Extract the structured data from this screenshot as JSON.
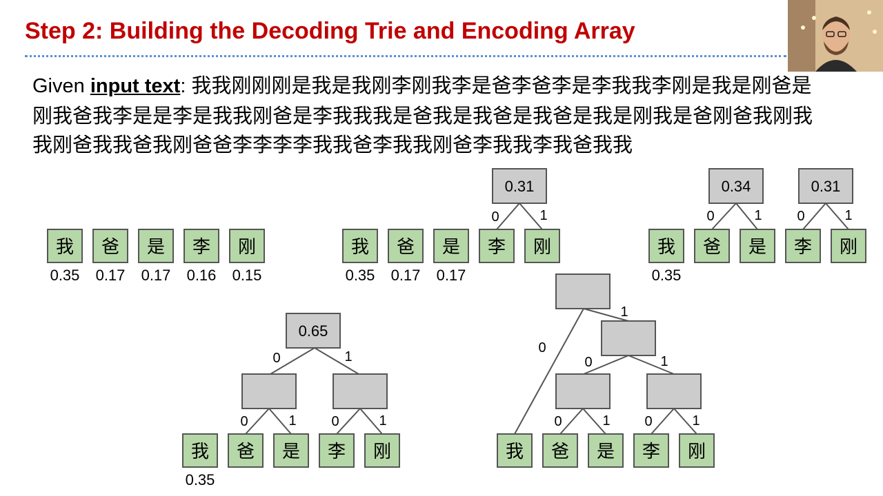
{
  "slide": {
    "title": "Step 2: Building the Decoding Trie and Encoding Array",
    "input_label": "Given ",
    "input_keyword": "input text",
    "input_colon": ": ",
    "input_text": "我我刚刚刚是我是我刚李刚我李是爸李爸李是李我我李刚是我是刚爸是刚我爸我李是是李是我我刚爸是李我我我是爸我是我爸是我爸是我是刚我是爸刚爸我刚我我刚爸我我爸我刚爸爸李李李李我我爸李我我刚爸李我我李我爸我我"
  },
  "symbols": [
    "我",
    "爸",
    "是",
    "李",
    "刚"
  ],
  "colors": {
    "title": "#c00000",
    "leaf_fill": "#b6d7a8",
    "node_fill": "#cccccc",
    "rule": "#5b8fd0"
  },
  "steps": [
    {
      "leaf_probs": [
        "0.35",
        "0.17",
        "0.17",
        "0.16",
        "0.15"
      ],
      "nodes": []
    },
    {
      "leaf_probs": [
        "0.35",
        "0.17",
        "0.17",
        "",
        ""
      ],
      "nodes": [
        {
          "label": "0.31",
          "bit0": "0",
          "bit1": "1"
        }
      ]
    },
    {
      "leaf_probs": [
        "0.35",
        "",
        "",
        "",
        ""
      ],
      "nodes": [
        {
          "label": "0.34",
          "bit0": "0",
          "bit1": "1"
        },
        {
          "label": "0.31",
          "bit0": "0",
          "bit1": "1"
        }
      ]
    },
    {
      "leaf_probs": [
        "0.35",
        "",
        "",
        "",
        ""
      ],
      "nodes": [
        {
          "label": "0.65",
          "bit0": "0",
          "bit1": "1"
        },
        {
          "label": "",
          "bit0": "0",
          "bit1": "1"
        },
        {
          "label": "",
          "bit0": "0",
          "bit1": "1"
        }
      ]
    },
    {
      "leaf_probs": [
        "",
        "",
        "",
        "",
        ""
      ],
      "nodes": [
        {
          "label": "",
          "bit0": "0",
          "bit1": "1"
        },
        {
          "label": "",
          "bit0": "0",
          "bit1": "1"
        },
        {
          "label": "",
          "bit0": "0",
          "bit1": "1"
        },
        {
          "label": "",
          "bit0": "0",
          "bit1": "1"
        }
      ]
    }
  ]
}
